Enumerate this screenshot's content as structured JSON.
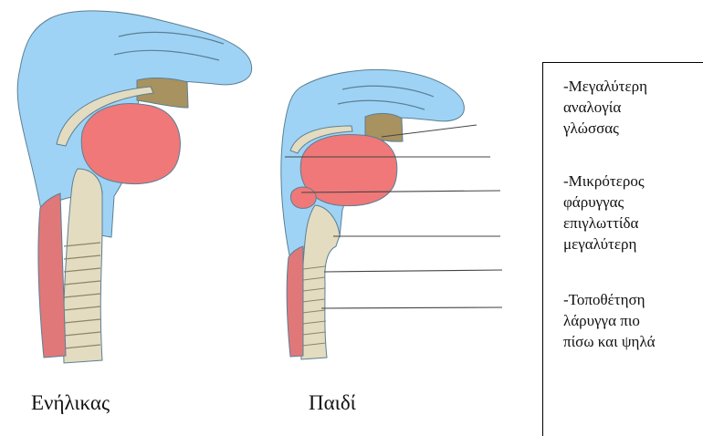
{
  "captions": {
    "adult": "Ενήλικας",
    "child": "Παιδί"
  },
  "notes": [
    {
      "lines": [
        "-Μεγαλύτερη",
        "αναλογία",
        "γλώσσας"
      ]
    },
    {
      "lines": [
        "-Μικρότερος",
        "φάρυγγας",
        "επιγλωττίδα",
        "μεγαλύτερη"
      ]
    },
    {
      "lines": [
        "-Τοποθέτηση",
        "λάρυγγα πιο",
        "πίσω και ψηλά"
      ]
    }
  ],
  "colors": {
    "soft_tissue": "#9fd3f5",
    "tongue": "#f07878",
    "adenoid": "#a8925f",
    "cartilage": "#e3dcc0",
    "muscle": "#e0787a"
  }
}
